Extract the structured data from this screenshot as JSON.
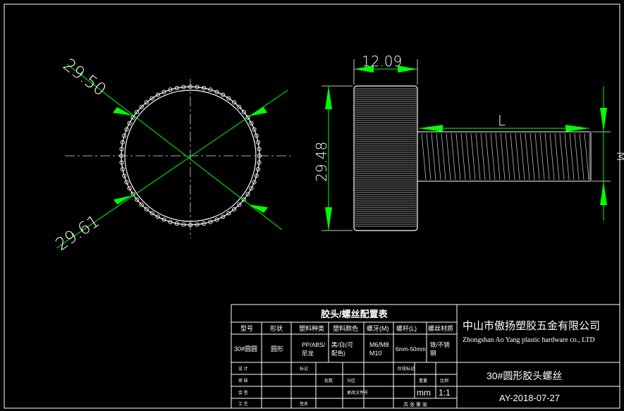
{
  "drawing": {
    "dims": {
      "outer_dia": "29.50",
      "inner_dia": "29.61",
      "head_width": "12.09",
      "head_height": "29.48",
      "thread_length": "L",
      "thread_size": "M"
    }
  },
  "title_block": {
    "table_title": "胶头/螺丝配置表",
    "headers": [
      "型号",
      "形状",
      "塑料种类",
      "塑料颜色",
      "螺牙(M)",
      "螺杆(L)",
      "螺丝材质"
    ],
    "row": [
      "30#圆圆",
      "圆形",
      "PP/ABS/\n尼龙",
      "黑/白(可\n配色)",
      "M6/M8\nM10",
      "6mm-50mm",
      "铁/不锈\n钢"
    ],
    "company_cn": "中山市傲扬塑胶五金有限公司",
    "company_en": "Zhongshan Ao Yang plastic hardware co., LTD",
    "part_name": "30#圆形胶头螺丝",
    "drawing_no": "AY-2018-07-27",
    "unit": "mm",
    "scale": "1:1",
    "small_labels": [
      "设 计",
      "审 核",
      "会 签",
      "工 艺",
      "标记",
      "处数",
      "分区",
      "更改文件号",
      "签名",
      "阶段标记",
      "重量",
      "比例",
      "共 张 第 张"
    ]
  },
  "colors": {
    "line": "#ffffff",
    "dimension": "#00ff00",
    "center": "#cccccc",
    "background": "#000000"
  }
}
